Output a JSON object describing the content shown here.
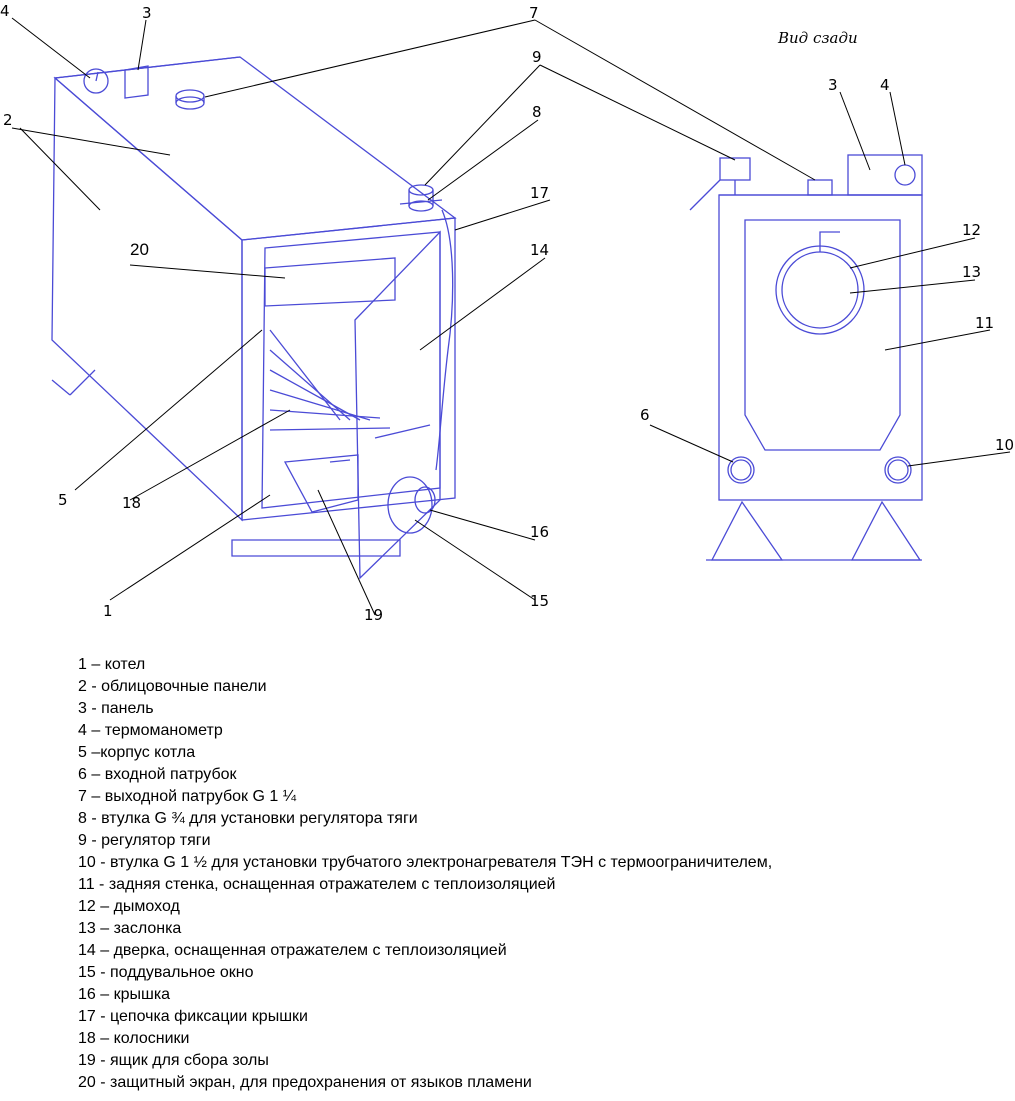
{
  "view_title": "Вид сзади",
  "callouts": {
    "c1": "1",
    "c2": "2",
    "c3": "3",
    "c4": "4",
    "c5": "5",
    "c7": "7",
    "c8": "8",
    "c9": "9",
    "c14": "14",
    "c15": "15",
    "c16": "16",
    "c17": "17",
    "c18": "18",
    "c19": "19",
    "c20": "20",
    "r3": "3",
    "r4": "4",
    "r6": "6",
    "r10": "10",
    "r11": "11",
    "r12": "12",
    "r13": "13"
  },
  "colors": {
    "outline": "#4b4bd6",
    "leader": "#000000"
  },
  "legend": [
    "1 – котел",
    "2 - облицовочные панели",
    "3 - панель",
    "4 – термоманометр",
    "5 –корпус котла",
    "6 – входной патрубок",
    " 7 – выходной патрубок G 1 ¼",
    "8 - втулка G ¾ для установки регулятора тяги",
    "9 - регулятор тяги",
    "10 - втулка G 1 ½ для установки трубчатого электронагревателя ТЭН с термоограничителем,",
    "11 - задняя стенка, оснащенная отражателем с теплоизоляцией",
    "12 – дымоход",
    "13 – заслонка",
    "14 – дверка, оснащенная отражателем с теплоизоляцией",
    "15 - поддувальное окно",
    "16 – крышка",
    "17 - цепочка фиксации крышки",
    "18 – колосники",
    "19 - ящик для сбора золы",
    " 20 - защитный экран, для предохранения от языков пламени"
  ]
}
